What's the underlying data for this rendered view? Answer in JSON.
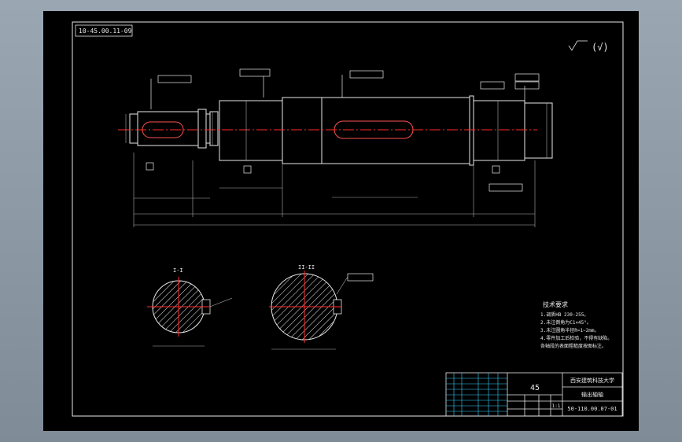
{
  "drawing": {
    "top_left_code": "10-45.00.11-09",
    "roughness_note": "(√)",
    "material": "45",
    "school": "西安建筑科技大学",
    "part_name": "输出轴轴",
    "drawing_number": "50-110.00.07-01",
    "scale": "1:1",
    "section_a_label": "I-I",
    "section_b_label": "II-II",
    "notes_title": "技术要求",
    "notes": [
      "1.调质HB 230-255。",
      "2.未注倒角为C1×45°。",
      "3.未注圆角半径R=1~2mm。",
      "4.零件加工后检验，不得有缺陷。",
      "   各轴段的表面粗糙度按图标注。"
    ]
  },
  "colors": {
    "sheet": "#000000",
    "line": "#e8e8e8",
    "center": "#ff2a2a",
    "dim": "#b0b0b0"
  }
}
